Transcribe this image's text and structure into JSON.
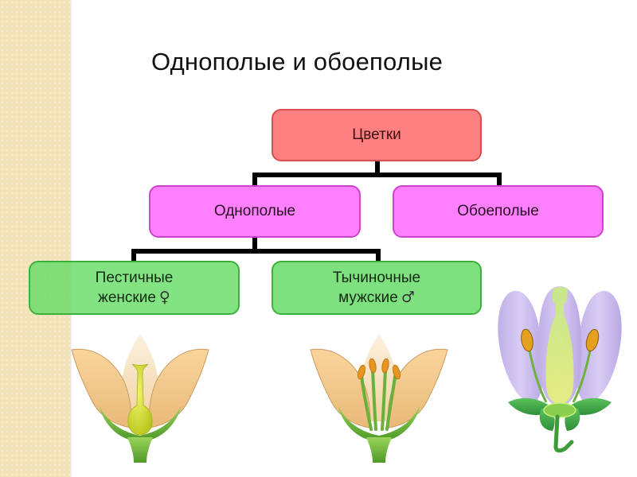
{
  "slide": {
    "title": "Однополые и обоеполые"
  },
  "diagram": {
    "root": {
      "label": "Цветки",
      "color": "#ff8080"
    },
    "level1": [
      {
        "label": "Однополые",
        "color": "#ff80ff"
      },
      {
        "label": "Обоеполые",
        "color": "#ff80ff"
      }
    ],
    "level2": [
      {
        "line1": "Пестичные",
        "line2": "женские",
        "symbol": "♀",
        "symbol_name": "female-sign-icon",
        "color": "#7fe07f"
      },
      {
        "line1": "Тычиночные",
        "line2": "мужские",
        "symbol": "♂",
        "symbol_name": "male-sign-icon",
        "color": "#7fe07f"
      }
    ]
  },
  "illustrations": [
    {
      "name": "pistillate-flower-illustration",
      "petal_color": "#f7c98a"
    },
    {
      "name": "staminate-flower-illustration",
      "petal_color": "#f7c98a"
    },
    {
      "name": "bisexual-flower-illustration",
      "petal_color": "#c9b8ec"
    }
  ]
}
